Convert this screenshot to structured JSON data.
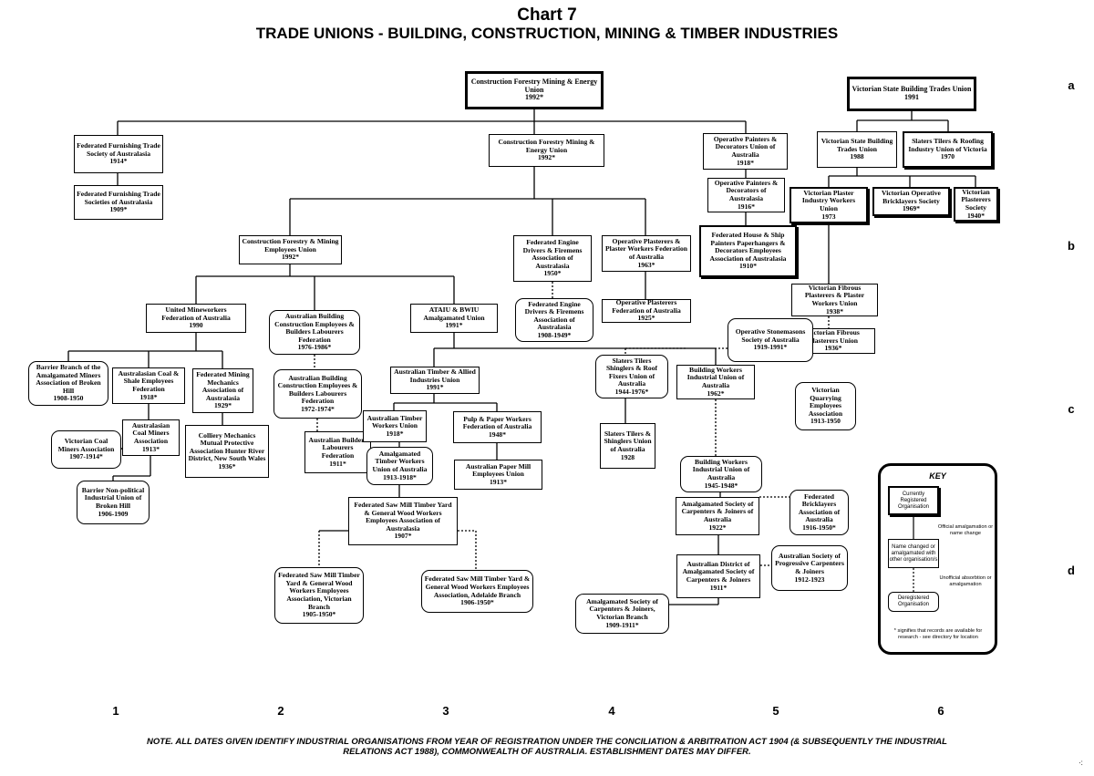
{
  "header": {
    "chart_label": "Chart 7",
    "title": "TRADE UNIONS - BUILDING, CONSTRUCTION, MINING & TIMBER INDUSTRIES"
  },
  "row_labels": [
    "a",
    "b",
    "c",
    "d"
  ],
  "column_labels": [
    "1",
    "2",
    "3",
    "4",
    "5",
    "6"
  ],
  "nodes": [
    {
      "id": "cfmeu_top",
      "label": "Construction Forestry Mining & Energy Union\n1992*",
      "style": "top"
    },
    {
      "id": "vsbtu_top",
      "label": "Victorian State Building Trades Union\n1991",
      "style": "top"
    },
    {
      "id": "ffts",
      "label": "Federated Furnishing Trade Society of Australasia\n1914*",
      "style": "changed"
    },
    {
      "id": "ftsa",
      "label": "Federated Furnishing Trade Societies of Australasia\n1909*",
      "style": "changed"
    },
    {
      "id": "cfmeu",
      "label": "Construction Forestry Mining & Energy Union\n1992*",
      "style": "changed"
    },
    {
      "id": "opdu",
      "label": "Operative Painters & Decorators Union of Australia\n1918*",
      "style": "changed"
    },
    {
      "id": "opda",
      "label": "Operative Painters & Decorators of Australasia\n1916*",
      "style": "changed"
    },
    {
      "id": "fhsp",
      "label": "Federated House & Ship Painters Paperhangers & Decorators Employees Association of Australasia\n1910*",
      "style": "current"
    },
    {
      "id": "vsbtu",
      "label": "Victorian State Building Trades Union\n1988",
      "style": "changed"
    },
    {
      "id": "sttr",
      "label": "Slaters Tilers & Roofing Industry Union of Victoria\n1970",
      "style": "current"
    },
    {
      "id": "vpiwu",
      "label": "Victorian Plaster Industry Workers Union\n1973",
      "style": "current"
    },
    {
      "id": "vobs",
      "label": "Victorian Operative Bricklayers Society\n1969*",
      "style": "current"
    },
    {
      "id": "vps",
      "label": "Victorian Plasterers Society\n1940*",
      "style": "current"
    },
    {
      "id": "cfmeu_emp",
      "label": "Construction Forestry & Mining Employees Union\n1992*",
      "style": "changed"
    },
    {
      "id": "fedfa",
      "label": "Federated Engine Drivers & Firemens Association of Australasia\n1950*",
      "style": "changed"
    },
    {
      "id": "fedfa_old",
      "label": "Federated Engine Drivers & Firemens Association of Australasia\n1908-1949*",
      "style": "dereg"
    },
    {
      "id": "oppw",
      "label": "Operative Plasterers & Plaster Workers Federation of Australia\n1963*",
      "style": "changed"
    },
    {
      "id": "opfa",
      "label": "Operative Plasterers Federation of Australia\n1925*",
      "style": "changed"
    },
    {
      "id": "vfppw",
      "label": "Victorian Fibrous Plasterers & Plaster Workers Union\n1938*",
      "style": "changed"
    },
    {
      "id": "vfpu",
      "label": "Victorian Fibrous Plasterers Union\n1936*",
      "style": "changed"
    },
    {
      "id": "umw",
      "label": "United Mineworkers Federation of Australia\n1990",
      "style": "changed"
    },
    {
      "id": "abc_blf",
      "label": "Australian Building Construction Employees & Builders Labourers Federation\n1976-1986*",
      "style": "dereg"
    },
    {
      "id": "ataiu_bwiu",
      "label": "ATAIU & BWIU Amalgamated Union\n1991*",
      "style": "changed"
    },
    {
      "id": "stones",
      "label": "Operative Stonemasons Society of Australia\n1919-1991*",
      "style": "dereg"
    },
    {
      "id": "barrier_amal",
      "label": "Barrier Branch of the Amalgamated Miners Association of Broken Hill\n1908-1950",
      "style": "dereg"
    },
    {
      "id": "acse",
      "label": "Australasian Coal & Shale Employees Federation\n1918*",
      "style": "changed"
    },
    {
      "id": "fmma",
      "label": "Federated Mining Mechanics Association of Australasia\n1929*",
      "style": "changed"
    },
    {
      "id": "abc_blf2",
      "label": "Australian Building Construction Employees & Builders Labourers Federation\n1972-1974*",
      "style": "dereg"
    },
    {
      "id": "ataiu",
      "label": "Australian Timber & Allied Industries Union\n1991*",
      "style": "changed"
    },
    {
      "id": "strf",
      "label": "Slaters Tilers Shinglers & Roof Fixers Union of Australia\n1944-1976*",
      "style": "dereg"
    },
    {
      "id": "bwiu",
      "label": "Building Workers Industrial Union of Australia\n1962*",
      "style": "changed"
    },
    {
      "id": "vqea",
      "label": "Victorian Quarrying Employees Association\n1913-1950",
      "style": "dereg"
    },
    {
      "id": "vcma",
      "label": "Victorian Coal Miners Association\n1907-1914*",
      "style": "dereg"
    },
    {
      "id": "acma",
      "label": "Australasian Coal Miners Association\n1913*",
      "style": "changed"
    },
    {
      "id": "collieries",
      "label": "Colliery Mechanics Mutual Protective Association Hunter River District, New South Wales\n1936*",
      "style": "changed"
    },
    {
      "id": "abl",
      "label": "Australian Builders Labourers Federation\n1911*",
      "style": "changed"
    },
    {
      "id": "atwu",
      "label": "Australian Timber Workers Union\n1918*",
      "style": "changed"
    },
    {
      "id": "ppwf",
      "label": "Pulp & Paper Workers Federation of Australia\n1948*",
      "style": "changed"
    },
    {
      "id": "stsu",
      "label": "Slaters Tilers & Shinglers Union of Australia\n1928",
      "style": "changed"
    },
    {
      "id": "barrier_np",
      "label": "Barrier Non-political Industrial Union of Broken Hill\n1906-1909",
      "style": "dereg"
    },
    {
      "id": "atwua",
      "label": "Amalgamated Timber Workers Union of Australia\n1913-1918*",
      "style": "dereg"
    },
    {
      "id": "apmeu",
      "label": "Australian Paper Mill Employees Union\n1913*",
      "style": "changed"
    },
    {
      "id": "bwiu2",
      "label": "Building Workers Industrial Union of Australia\n1945-1948*",
      "style": "dereg"
    },
    {
      "id": "fsm",
      "label": "Federated Saw Mill Timber Yard & General Wood Workers Employees Association of Australasia\n1907*",
      "style": "changed"
    },
    {
      "id": "ascj",
      "label": "Amalgamated Society of Carpenters & Joiners of Australia\n1922*",
      "style": "changed"
    },
    {
      "id": "fba",
      "label": "Federated Bricklayers Association of Australia\n1916-1950*",
      "style": "dereg"
    },
    {
      "id": "fsm_vic",
      "label": "Federated Saw Mill Timber Yard & General Wood Workers Employees Association, Victorian Branch\n1905-1950*",
      "style": "dereg"
    },
    {
      "id": "fsm_adl",
      "label": "Federated Saw Mill Timber Yard & General Wood Workers Employees Association, Adelaide Branch\n1906-1950*",
      "style": "dereg"
    },
    {
      "id": "adascj",
      "label": "Australian District of Amalgamated Society of Carpenters & Joiners\n1911*",
      "style": "changed"
    },
    {
      "id": "aspcj",
      "label": "Australian Society of Progressive Carpenters & Joiners\n1912-1923",
      "style": "dereg"
    },
    {
      "id": "ascj_vic",
      "label": "Amalgamated Society of Carpenters & Joiners, Victorian Branch\n1909-1911*",
      "style": "dereg"
    }
  ],
  "key": {
    "title": "KEY",
    "current": "Currently Registered Organisation",
    "official": "Official amalgamation or name change",
    "changed": "Name changed or amalgamated with other organisation/s",
    "unofficial": "Unofficial absorbtion or amalgamation",
    "dereg": "Deregistered Organisation",
    "note": "* signifies that records are available for research - see directory for location"
  },
  "footer_note": "NOTE. ALL DATES GIVEN IDENTIFY INDUSTRIAL ORGANISATIONS FROM YEAR OF REGISTRATION UNDER THE CONCILIATION & ARBITRATION ACT 1904 (& SUBSEQUENTLY THE INDUSTRIAL RELATIONS ACT 1988), COMMONWEALTH OF AUSTRALIA. ESTABLISHMENT DATES MAY DIFFER."
}
